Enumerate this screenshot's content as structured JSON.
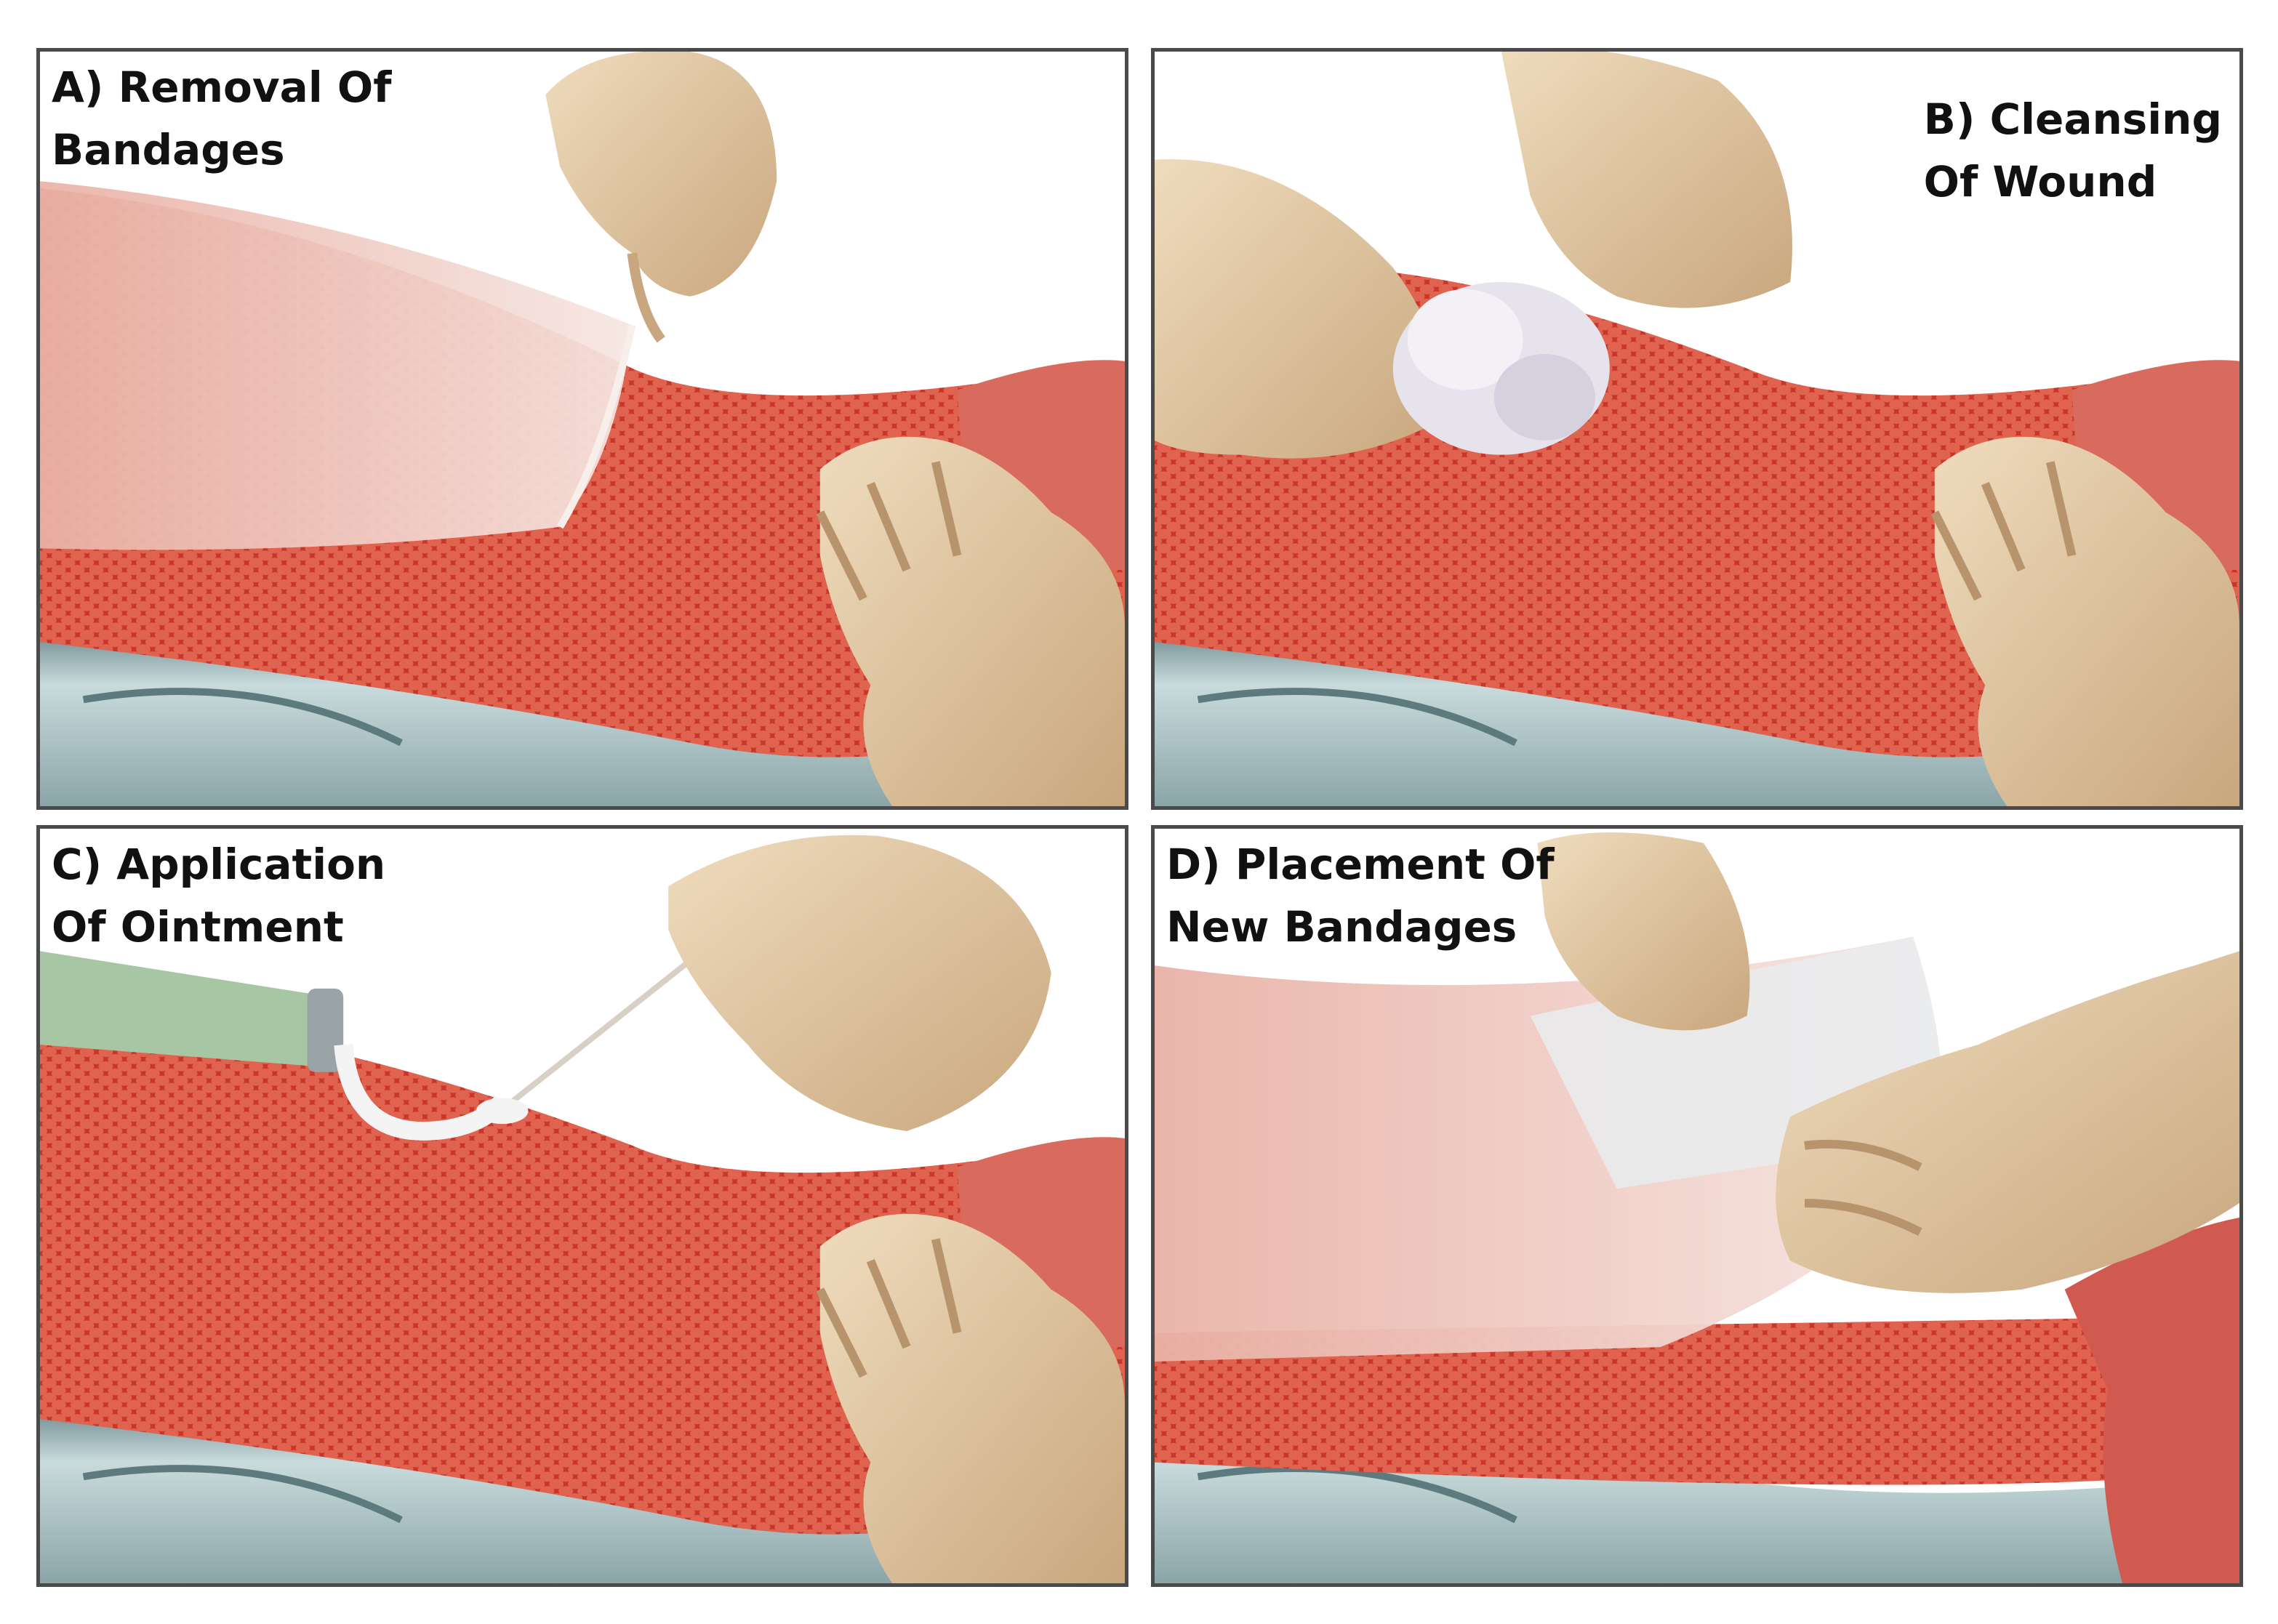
{
  "panels": [
    {
      "id": "A",
      "caption_line1": "A) Removal Of",
      "caption_line2": "Bandages"
    },
    {
      "id": "B",
      "caption_line1": "B) Cleansing",
      "caption_line2": "Of Wound"
    },
    {
      "id": "C",
      "caption_line1": "C) Application",
      "caption_line2": "Of Ointment"
    },
    {
      "id": "D",
      "caption_line1": "D) Placement Of",
      "caption_line2": "New Bandages"
    }
  ],
  "colors": {
    "skin_wound": "#c8342c",
    "skin_wound_dark": "#8e1a17",
    "glove": "#e2c9a2",
    "sheet": "#a9c1c4",
    "bandage": "#f0dcd6",
    "border": "#4a4a4a"
  },
  "icons": [
    "hand-icon",
    "cotton-ball-icon",
    "ointment-tube-icon",
    "swab-stick-icon",
    "bandage-icon"
  ]
}
